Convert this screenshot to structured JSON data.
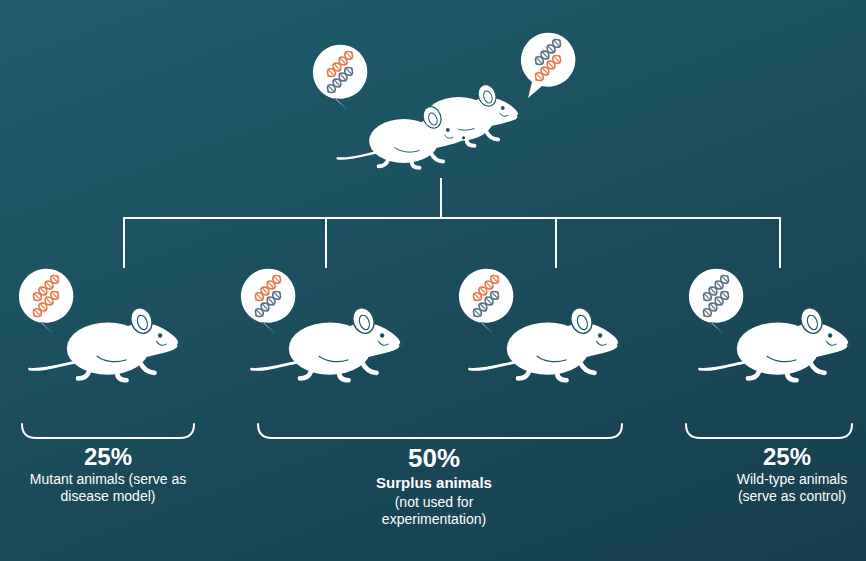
{
  "diagram": {
    "labels": [
      "25%",
      "Mutant animals (serve as disease model)",
      "50%",
      "Surplus animals",
      "(not used for experimentation)",
      "25%",
      "Wild-type animals (serve as control)"
    ]
  }
}
